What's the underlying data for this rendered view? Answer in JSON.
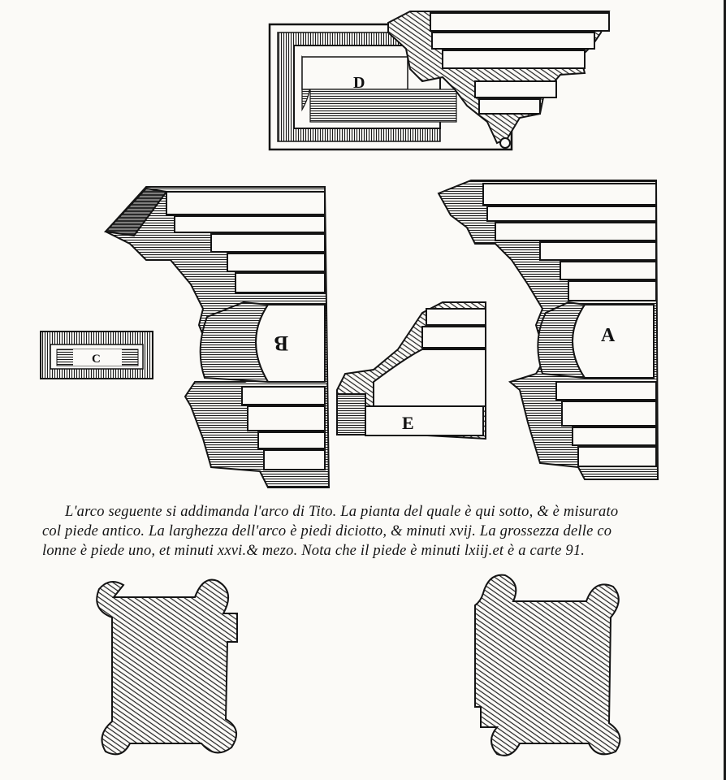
{
  "labels": {
    "a": "A",
    "b": "B",
    "c": "C",
    "d": "D",
    "e": "E"
  },
  "caption": {
    "line1": "L'arco seguente si addimanda l'arco di Tito.   La pianta  del quale è qui sotto, & è misurato",
    "line2": "col piede antico.    La larghezza dell'arco è piedi diciotto, & minuti xvij.  La grossezza delle co",
    "line3": "lonne è piede uno, et minuti xxvi.& mezo.   Nota che il piede è minuti lxiij.et è a carte 91."
  },
  "icons": [
    "hatched-plan-left",
    "hatched-plan-right"
  ],
  "colors": {
    "ink": "#141414",
    "paper": "#fbfaf7"
  }
}
